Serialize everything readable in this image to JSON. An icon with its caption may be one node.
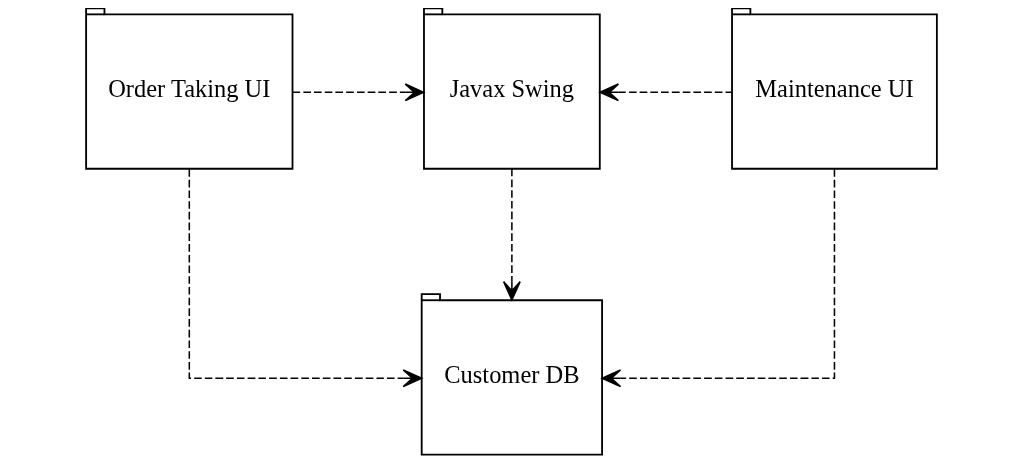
{
  "diagram": {
    "nodes": [
      {
        "text": [
          "Order Taking UI"
        ]
      },
      {
        "text": [
          "Javax Swing"
        ]
      },
      {
        "text": [
          "Maintenance UI"
        ]
      },
      {
        "text": [
          "Customer DB"
        ]
      }
    ],
    "edges": [
      {
        "from": 0,
        "to": 1,
        "arrow": "to",
        "style": "dashed"
      },
      {
        "from": 2,
        "to": 1,
        "arrow": "to",
        "style": "dashed"
      },
      {
        "from": 1,
        "to": 3,
        "arrow": "to",
        "style": "dashed"
      },
      {
        "from": 0,
        "to": 3,
        "arrow": "to",
        "style": "dashed"
      },
      {
        "from": 2,
        "to": 3,
        "arrow": "to",
        "style": "dashed"
      }
    ]
  }
}
